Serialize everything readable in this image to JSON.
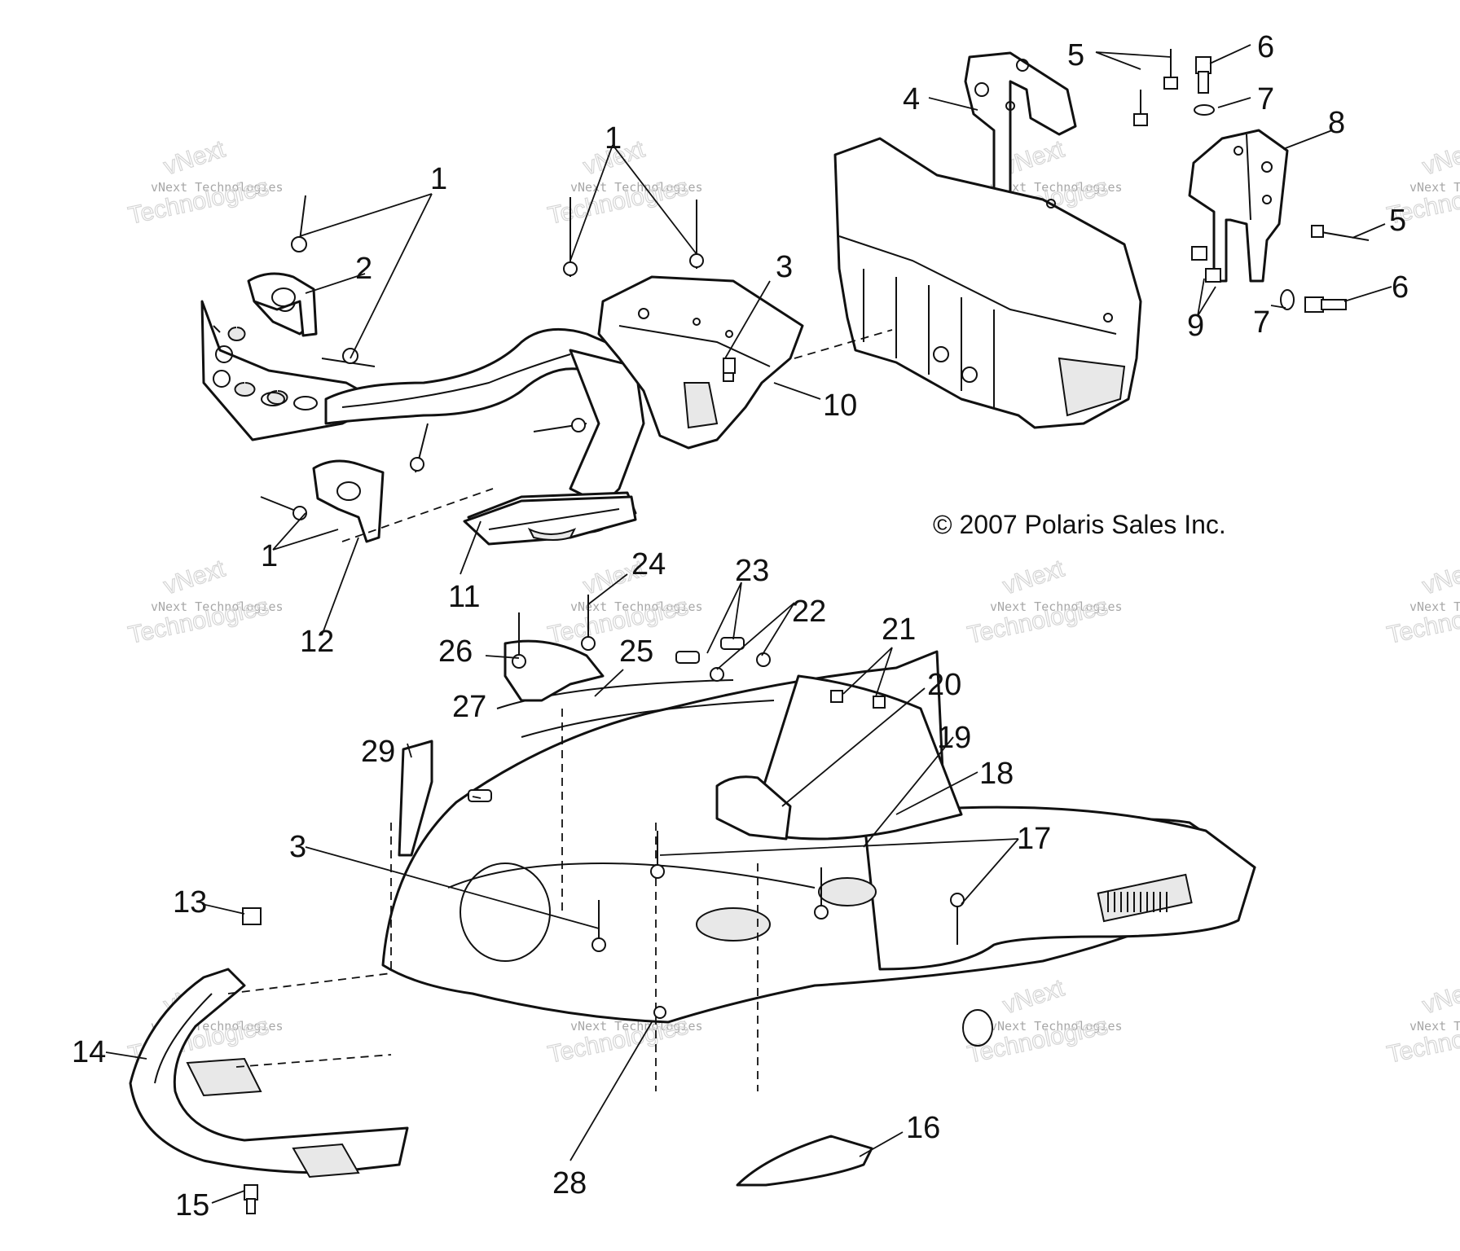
{
  "copyright": "© 2007 Polaris Sales Inc.",
  "watermark": {
    "line1": "vNext Technologies",
    "line2": "Technologies",
    "line3": "vNext"
  },
  "callouts": {
    "c1a": "1",
    "c1b": "1",
    "c1c": "1",
    "c2": "2",
    "c3a": "3",
    "c3b": "3",
    "c4": "4",
    "c5a": "5",
    "c5b": "5",
    "c6a": "6",
    "c6b": "6",
    "c7a": "7",
    "c7b": "7",
    "c8": "8",
    "c9": "9",
    "c10": "10",
    "c11": "11",
    "c12": "12",
    "c13": "13",
    "c14": "14",
    "c15": "15",
    "c16": "16",
    "c17": "17",
    "c18": "18",
    "c19": "19",
    "c20": "20",
    "c21": "21",
    "c22": "22",
    "c23": "23",
    "c24": "24",
    "c25": "25",
    "c26": "26",
    "c27": "27",
    "c28": "28",
    "c29": "29"
  }
}
